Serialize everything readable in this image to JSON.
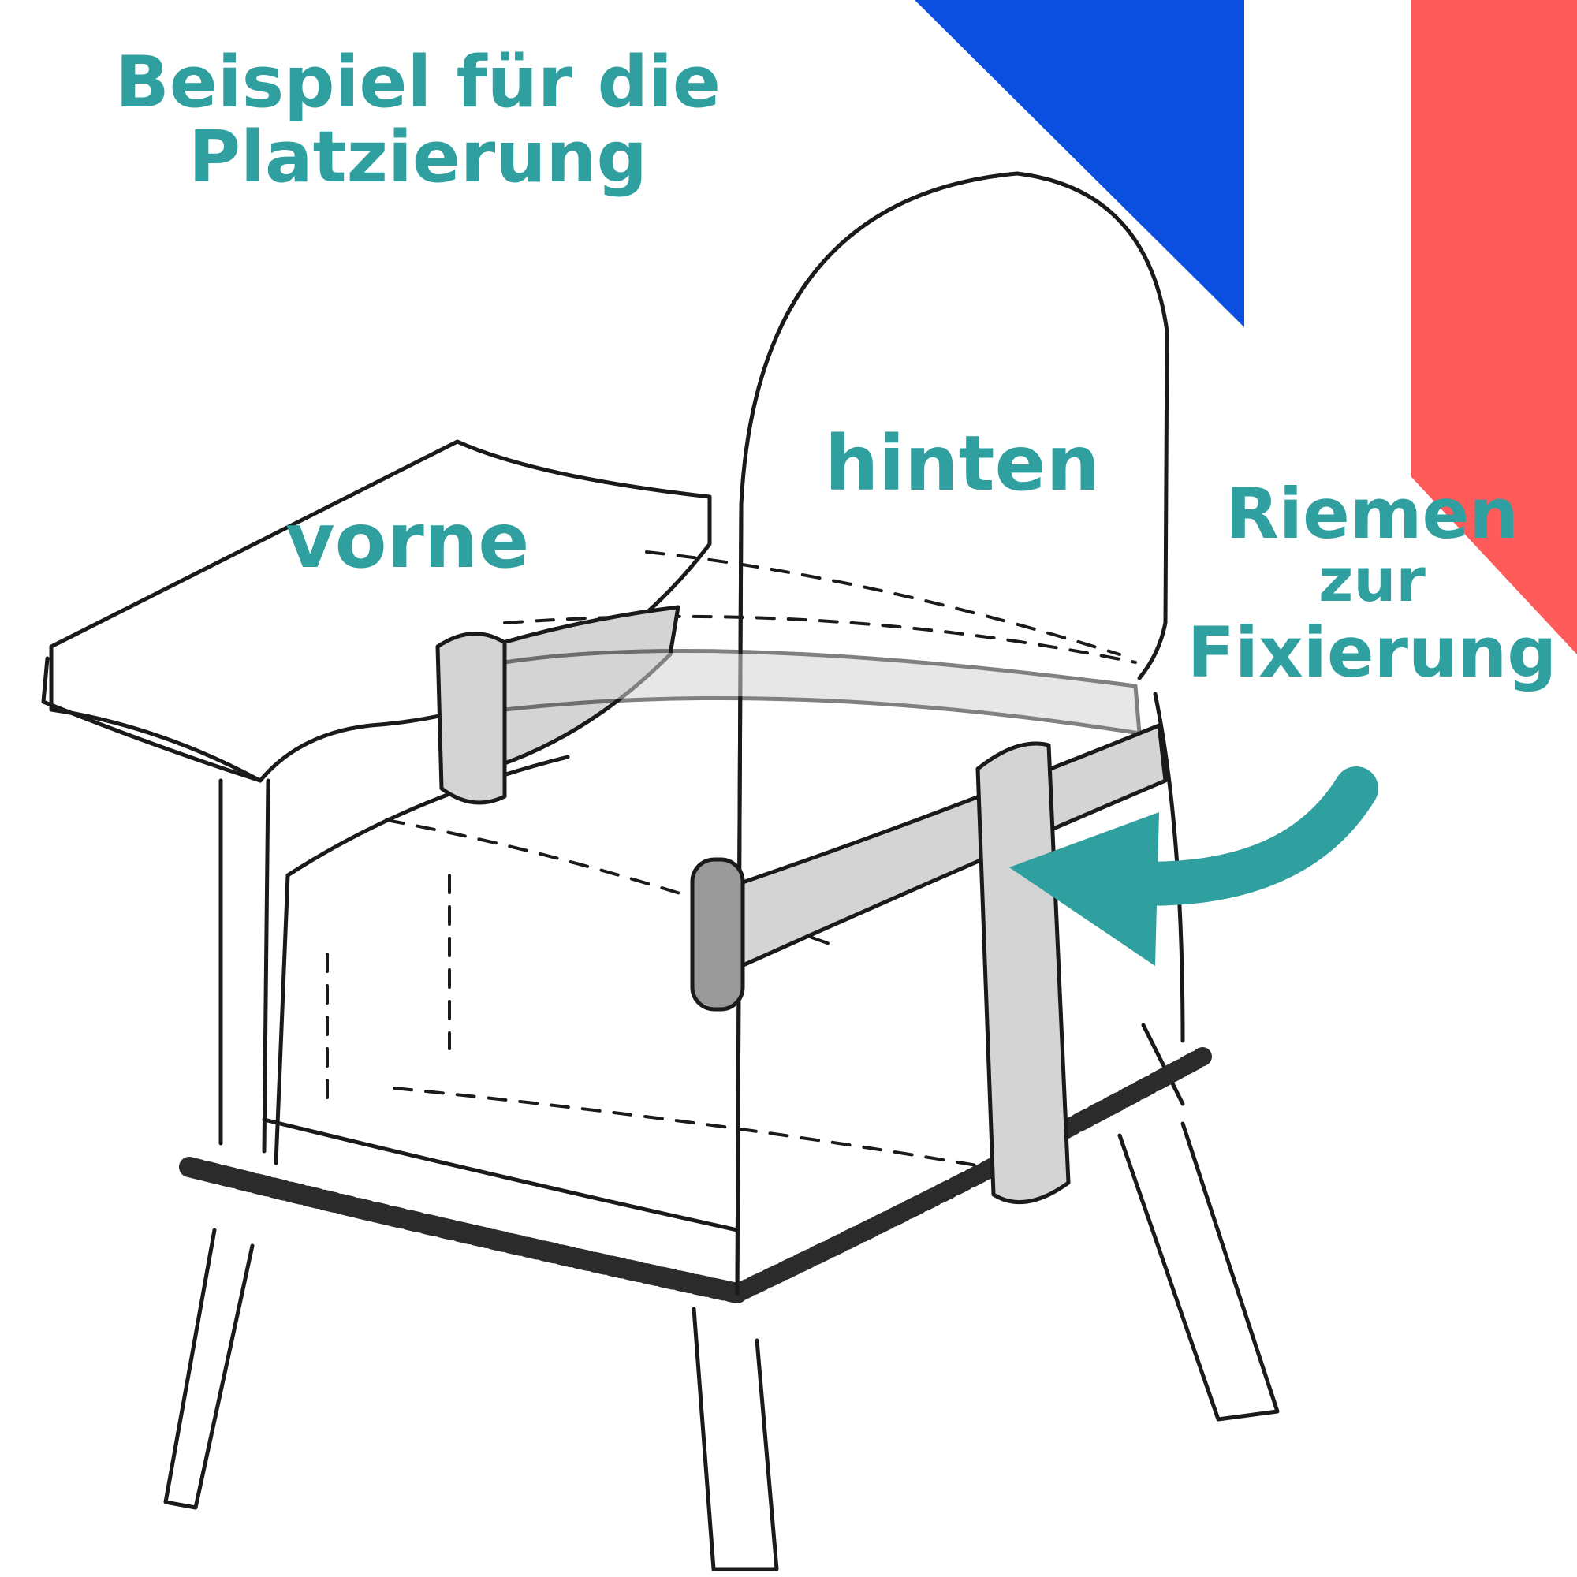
{
  "colors": {
    "accent_teal": "#2f9fa0",
    "flag_blue": "#0a4fe0",
    "flag_red": "#ff5b5b",
    "strap_gray": "#d4d4d4",
    "line_ink": "#1a1a1a"
  },
  "title": {
    "line1": "Beispiel für die",
    "line2": "Platzierung"
  },
  "labels": {
    "front": "vorne",
    "back": "hinten",
    "strap_line1": "Riemen",
    "strap_line2": "zur",
    "strap_line3": "Fixierung"
  },
  "icons": {
    "pointer": "curved-arrow-icon",
    "flag": "french-flag-corner"
  }
}
